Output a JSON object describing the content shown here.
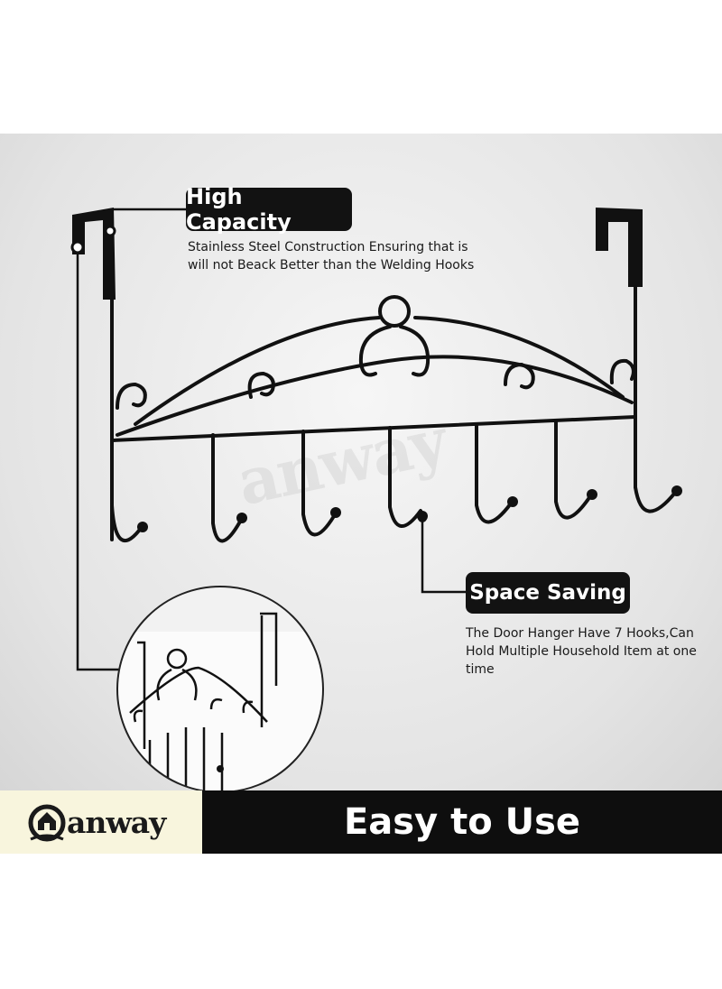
{
  "callouts": {
    "capacity": {
      "title": "High Capacity",
      "description": "Stainless Steel Construction Ensuring that is will not Beack Better than the Welding Hooks"
    },
    "saving": {
      "title": "Space Saving",
      "description": "The Door Hanger Have 7 Hooks,Can Hold Multiple Household Item at one time"
    }
  },
  "banner": {
    "brand": "anway",
    "title": "Easy to Use"
  },
  "watermark": "anway",
  "colors": {
    "banner_dark": "#0e0e0e",
    "banner_cream": "#f8f5dd",
    "metal": "#111111"
  }
}
